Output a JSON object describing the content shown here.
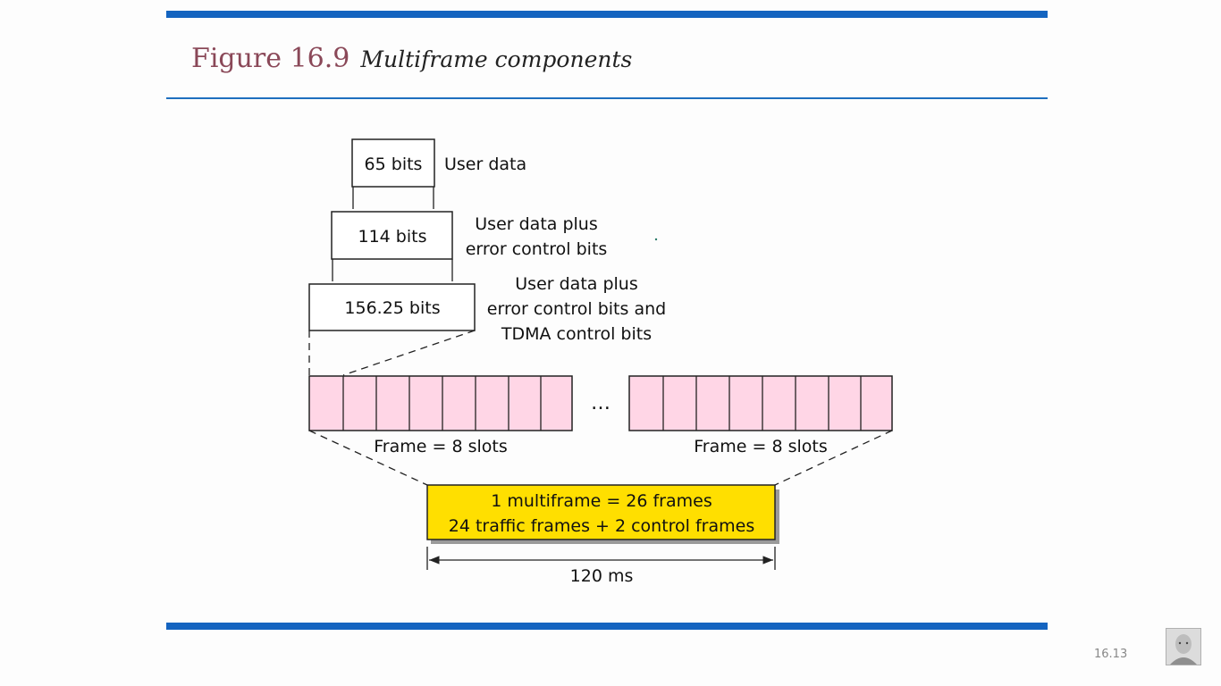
{
  "title": {
    "figure": "Figure 16.9",
    "caption": "Multiframe components"
  },
  "levels": [
    {
      "box": "65 bits",
      "description": [
        "User data"
      ]
    },
    {
      "box": "114 bits",
      "description": [
        "User data plus",
        "error control bits"
      ]
    },
    {
      "box": "156.25 bits",
      "description": [
        "User data plus",
        "error control bits and",
        "TDMA control bits"
      ]
    }
  ],
  "frames": {
    "label": "Frame = 8 slots",
    "slots_per_frame": 8,
    "ellipsis": "…"
  },
  "multiframe": {
    "line1": "1 multiframe = 26 frames",
    "line2": "24 traffic frames + 2 control frames"
  },
  "duration": "120 ms",
  "page_number": "16.13",
  "colors": {
    "slot_fill": "#ffd6e6",
    "multiframe_fill": "#ffdf00",
    "accent_blue": "#1464c0",
    "title_color": "#8a4858"
  }
}
